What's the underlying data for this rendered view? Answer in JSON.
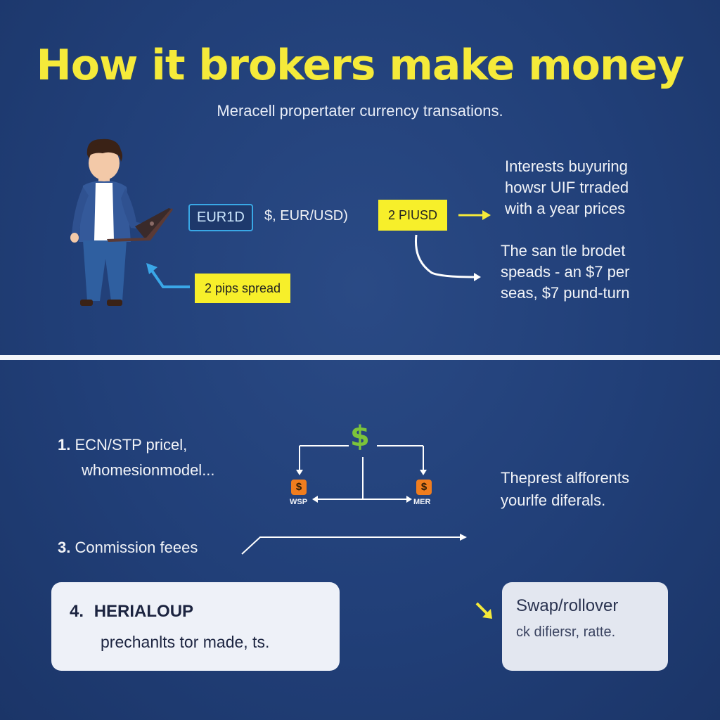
{
  "header": {
    "title": "How it brokers make money",
    "subtitle": "Meracell propertater currency transations."
  },
  "top": {
    "pair_tag": "EUR1D",
    "pair_text": "$, EUR/USD)",
    "price_tag": "2 PIUSD",
    "spread_tag": "2 pips spread",
    "right_text_1": [
      "Interests buyuring",
      "howsr UIF trraded",
      "with a year prices"
    ],
    "right_text_2": [
      "The san tle brodet",
      "speads - an $7 per",
      "seas, $7 pund-turn"
    ]
  },
  "bottom": {
    "item1": {
      "num": "1.",
      "line1": "ECN/STP pricel,",
      "line2": "whomesionmodel..."
    },
    "item3": {
      "num": "3.",
      "label": "Conmission feees"
    },
    "item4": {
      "num": "4.",
      "title": "HERIALOUP",
      "text": "prechanlts tor made, ts."
    },
    "flow": {
      "center_icon": "$",
      "left_icon": "$",
      "right_icon": "$",
      "left_label": "WSP",
      "right_label": "MER"
    },
    "right_text": [
      "Theprest alfforents",
      "yourlfe diferals."
    ],
    "swap_card": {
      "line1": "Swap/rollover",
      "line2": "ck difiersr, ratte."
    }
  },
  "colors": {
    "accent_yellow": "#f5ea3a",
    "tag_blue": "#39a8e6",
    "background": "#213f78",
    "dollar_green": "#7cc43a",
    "coin_orange": "#f07d1e"
  }
}
